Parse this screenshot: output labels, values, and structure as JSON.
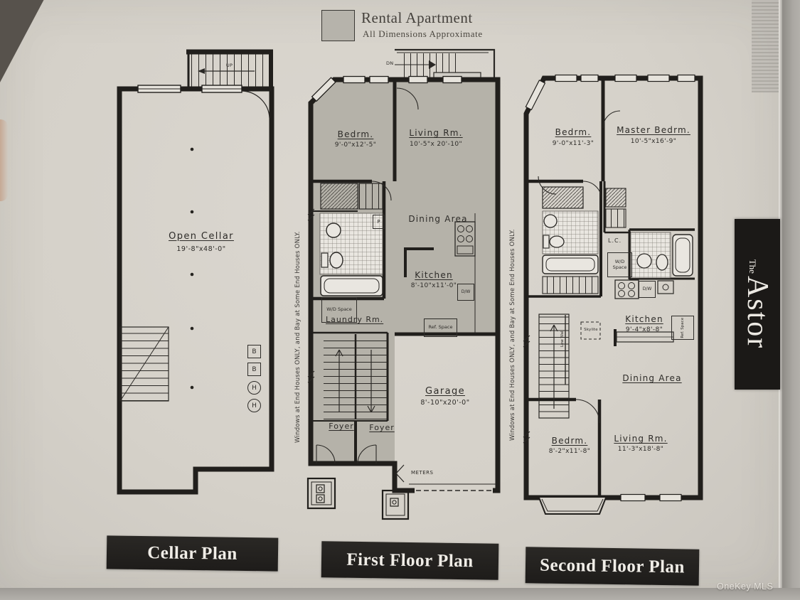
{
  "legend": {
    "title": "Rental Apartment",
    "subtitle": "All Dimensions Approximate"
  },
  "side_note": "Windows at End Houses ONLY, and Bay at Some End Houses ONLY.",
  "watermark": "OneKey MLS",
  "branding": {
    "the": "The",
    "name": "Astor"
  },
  "captions": {
    "cellar": "Cellar Plan",
    "first": "First Floor Plan",
    "second": "Second Floor Plan"
  },
  "cellar": {
    "open_cellar": {
      "name": "Open Cellar",
      "dim": "19'-8\"x48'-0\""
    },
    "up": "UP",
    "boiler_label": "B",
    "heater_label": "H"
  },
  "first": {
    "bedroom": {
      "name": "Bedrm.",
      "dim": "9'-0\"x12'-5\""
    },
    "living": {
      "name": "Living Rm.",
      "dim": "10'-5\"x 20'-10\""
    },
    "dining": {
      "name": "Dining Area"
    },
    "kitchen": {
      "name": "Kitchen",
      "dim": "8'-10\"x11'-0\""
    },
    "laundry": {
      "name": "Laundry Rm."
    },
    "garage": {
      "name": "Garage",
      "dim": "8'-10\"x20'-0\""
    },
    "foyer1": "Foyer",
    "foyer2": "Foyer",
    "wd_space": "W/D Space",
    "ref_space": "Ref. Space",
    "dw": "D/W",
    "meters": "METERS",
    "dn": "DN",
    "pantry": "P"
  },
  "second": {
    "bedroom_front": {
      "name": "Bedrm.",
      "dim": "9'-0\"x11'-3\""
    },
    "master": {
      "name": "Master Bedrm.",
      "dim": "10'-5\"x16'-9\""
    },
    "kitchen": {
      "name": "Kitchen",
      "dim": "9'-4\"x8'-8\""
    },
    "dining": {
      "name": "Dining Area"
    },
    "bedroom_rear": {
      "name": "Bedrm.",
      "dim": "8'-2\"x11'-8\""
    },
    "living": {
      "name": "Living Rm.",
      "dim": "11'-3\"x18'-8\""
    },
    "linen": "L.C.",
    "wd_space": "W/D Space",
    "ref_space": "Ref. Space",
    "skylite": "Skylite",
    "low_wall": "Low Wall",
    "dw": "D/W"
  },
  "colors": {
    "paper": "#d5d1c9",
    "rental_shade": "#b5b2a9",
    "ink": "#211f1c",
    "caption_bg": "#211f1d",
    "caption_text": "#f0ede7",
    "astor_bg": "#1b1917"
  }
}
